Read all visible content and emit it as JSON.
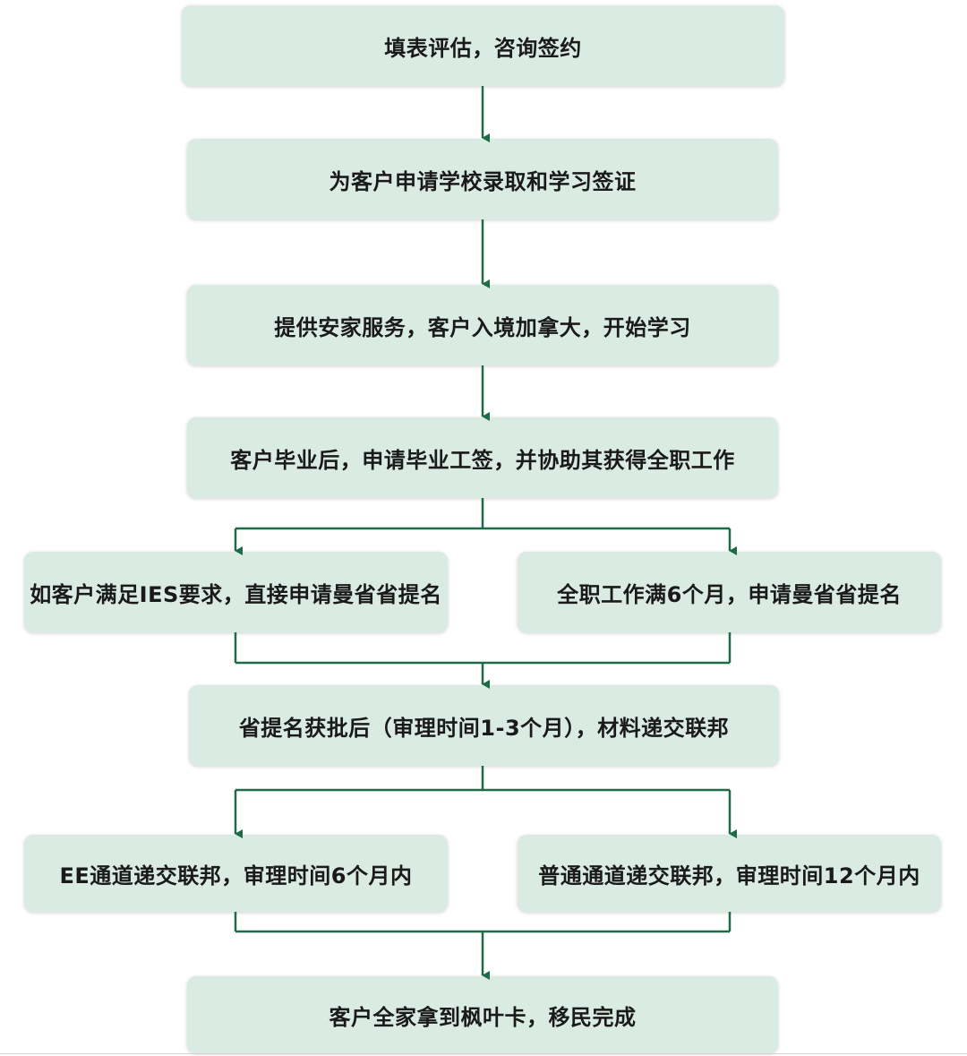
{
  "steps": {
    "assess": "填表评估，咨询签约",
    "apply_school": "为客户申请学校录取和学习签证",
    "settle": "提供安家服务，客户入境加拿大，开始学习",
    "graduate": "客户毕业后，申请毕业工签，并协助其获得全职工作",
    "ies": "如客户满足IES要求，直接申请曼省省提名",
    "fulltime": "全职工作满6个月，申请曼省省提名",
    "nomination": "省提名获批后（审理时间1-3个月），材料递交联邦",
    "ee": "EE通道递交联邦，审理时间6个月内",
    "regular": "普通通道递交联邦，审理时间12个月内",
    "pr": "客户全家拿到枫叶卡，移民完成"
  },
  "colors": {
    "box_fill": "#d9ebe2",
    "connector": "#1f6b48"
  }
}
